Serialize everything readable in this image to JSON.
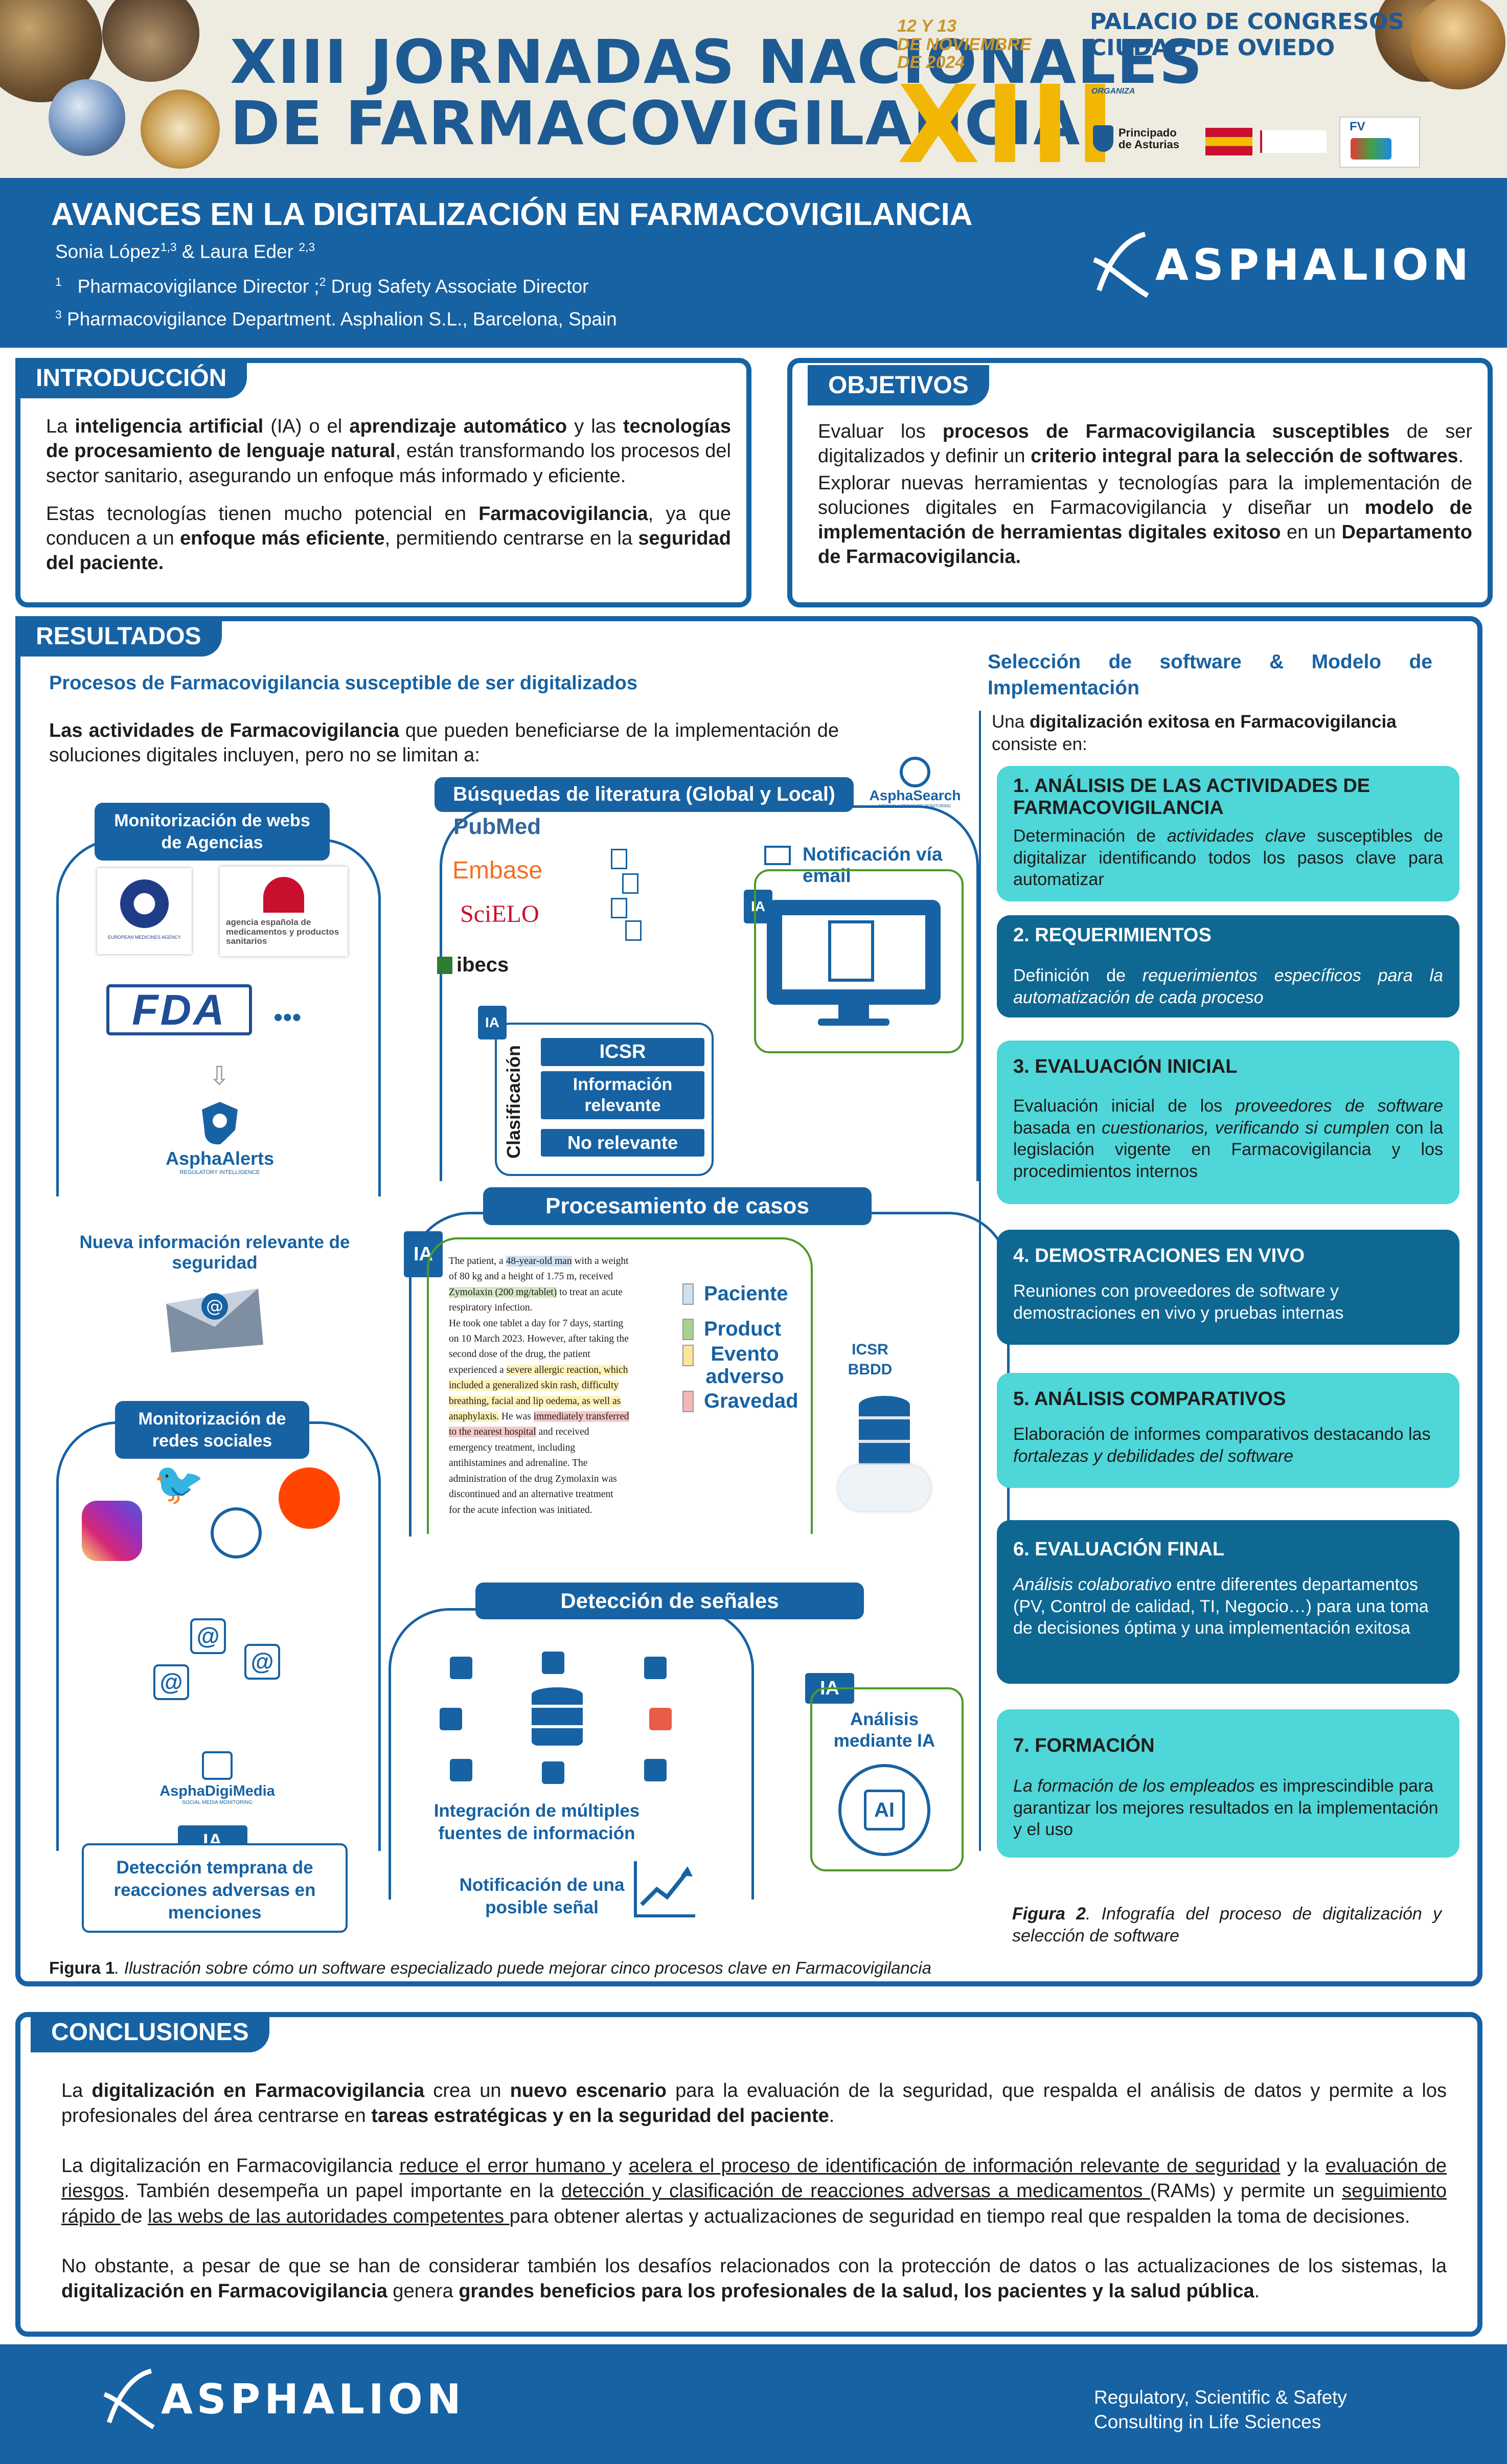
{
  "banner": {
    "title_line1": "XIII JORNADAS NACIONALES",
    "title_line2": "DE FARMACOVIGILANCIA",
    "date_line1": "12 Y 13",
    "date_line2": "DE NOVIEMBRE",
    "date_line3": "DE 2024",
    "edition": "XIII",
    "venue_line1": "PALACIO DE CONGRESOS",
    "venue_line2": "CIUDAD DE OVIEDO",
    "organiza": "ORGANIZA",
    "sponsor_asturias": "Principado de Asturias",
    "sponsor_fv": "FV"
  },
  "header": {
    "title": "AVANCES EN LA DIGITALIZACIÓN EN FARMACOVIGILANCIA",
    "authors": "Sonia López",
    "authors_sup1": "1,3",
    "authors_mid": " & Laura Eder ",
    "authors_sup2": "2,3",
    "aff1_num": "1",
    "aff1": "Pharmacovigilance  Director ;",
    "aff1b_num": "2",
    "aff1b": " Drug Safety Associate Director",
    "aff2_num": "3",
    "aff2": " Pharmacovigilance Department. Asphalion S.L., Barcelona, Spain",
    "logo": "ASPHALION"
  },
  "intro": {
    "tab": "INTRODUCCIÓN",
    "p1_a": "La ",
    "p1_b": "inteligencia artificial",
    "p1_c": " (IA) o el ",
    "p1_d": "aprendizaje automático",
    "p1_e": " y las ",
    "p1_f": "tecnologías de procesamiento de lenguaje natural",
    "p1_g": ", están transformando los procesos del sector sanitario, asegurando un enfoque más informado y eficiente.",
    "p2_a": "Estas tecnologías tienen mucho potencial en ",
    "p2_b": "Farmacovigilancia",
    "p2_c": ", ya que conducen a un ",
    "p2_d": "enfoque más eficiente",
    "p2_e": ", permitiendo centrarse en la ",
    "p2_f": "seguridad del paciente."
  },
  "objetivos": {
    "tab": "OBJETIVOS",
    "p1_a": "Evaluar los ",
    "p1_b": "procesos de Farmacovigilancia susceptibles",
    "p1_c": " de ser digitalizados y definir un ",
    "p1_d": "criterio integral para la selección de softwares",
    "p1_e": ".",
    "p2_a": "Explorar nuevas herramientas y tecnologías para la implementación de soluciones digitales en Farmacovigilancia y diseñar un ",
    "p2_b": "modelo de implementación de herramientas digitales exitoso",
    "p2_c": " en un ",
    "p2_d": "Departamento de Farmacovigilancia."
  },
  "resultados": {
    "tab": "RESULTADOS",
    "subtitle": "Procesos de Farmacovigilancia susceptible de ser digitalizados",
    "intro_a": "Las actividades de Farmacovigilancia",
    "intro_b": " que pueden beneficiarse de la implementación de soluciones digitales incluyen, pero no se limitan a:",
    "agencias": {
      "pill": "Monitorización  de webs de Agencias",
      "ema": "EUROPEAN MEDICINES AGENCY",
      "aemps": "agencia española de medicamentos y productos sanitarios",
      "fda": "FDA",
      "dots": "•••",
      "alerts": "AsphaAlerts",
      "alerts_sub": "REGULATORY INTELLIGENCE",
      "nueva": "Nueva información relevante de seguridad"
    },
    "redes": {
      "pill": "Monitorización de redes sociales",
      "digimedia": "AsphaDigiMedia",
      "digimedia_sub": "SOCIAL MEDIA MONITORING",
      "ia": "IA",
      "deteccion": "Detección temprana de reacciones adversas en menciones"
    },
    "literatura": {
      "pill": "Búsquedas de literatura (Global y Local)",
      "pubmed": "PubMed",
      "embase": "Embase",
      "scielo": "SciELO",
      "ibecs": "ibecs",
      "search": "AsphaSearch",
      "search_sub": "MEDICAL LITERATURE MONITORING",
      "notif": "Notificación vía email",
      "ia1": "IA",
      "ia2": "IA",
      "clasif": "Clasificación",
      "icsr": "ICSR",
      "info": "Información relevante",
      "norel": "No  relevante"
    },
    "casos": {
      "pill": "Procesamiento de casos",
      "ia": "IA",
      "lines": [
        "The patient, a 48-year-old man with a weight",
        "of 80 kg and a height of 1.75 m, received",
        "Zymolaxin (200 mg/tablet) to treat an acute",
        "respiratory infection.",
        "He took one tablet a day for 7 days, starting",
        "on 10 March 2023. However, after taking the",
        "second dose of the drug, the patient",
        "experienced a severe allergic reaction, which",
        "included a generalized skin rash, difficulty",
        "breathing, facial and lip oedema, as well as",
        "anaphylaxis. He was immediately transferred",
        "to the nearest hospital and received",
        "emergency treatment, including",
        "antihistamines and adrenaline. The",
        "administration of the drug Zymolaxin was",
        "discontinued and an alternative treatment",
        "for the acute infection was initiated."
      ],
      "leg_paciente": "Paciente",
      "leg_product": "Product",
      "leg_evento": "Evento adverso",
      "leg_gravedad": "Gravedad",
      "bbdd": "ICSR BBDD",
      "col_paciente": "#cfe0f0",
      "col_product": "#a9d18e",
      "col_evento": "#ffe699",
      "col_gravedad": "#f4b6b6"
    },
    "senales": {
      "pill": "Detección de señales",
      "ia": "IA",
      "analisis": "Análisis mediante IA",
      "integracion": "Integración de múltiples fuentes de información",
      "notificacion": "Notificación de una posible señal"
    },
    "fig1_label": "Figura 1",
    "fig1_text": ". Ilustración sobre cómo un software especializado puede mejorar cinco procesos clave en Farmacovigilancia"
  },
  "seleccion": {
    "title": "Selección de software & Modelo de Implementación",
    "intro_a": "Una ",
    "intro_b": "digitalización exitosa en Farmacovigilancia",
    "intro_c": " consiste en:",
    "steps": [
      {
        "title": "1. ANÁLISIS DE LAS ACTIVIDADES DE FARMACOVIGILANCIA",
        "a": "Determinación de ",
        "b": "actividades clave",
        "c": " susceptibles de digitalizar identificando todos los pasos clave para automatizar"
      },
      {
        "title": "2. REQUERIMIENTOS",
        "a": "Definición de ",
        "b": "requerimientos específicos para la automatización de cada proceso",
        "c": ""
      },
      {
        "title": "3. EVALUACIÓN INICIAL",
        "a": "Evaluación inicial de los ",
        "b": "proveedores de software",
        "c": " basada en ",
        "d": "cuestionarios, verificando si cumplen",
        "e": " con la legislación vigente en Farmacovigilancia y los procedimientos internos"
      },
      {
        "title": "4. DEMOSTRACIONES EN VIVO",
        "a": "Reuniones con proveedores de software y demostraciones en vivo y pruebas internas",
        "b": "",
        "c": ""
      },
      {
        "title": "5. ANÁLISIS COMPARATIVOS",
        "a": "Elaboración de informes comparativos destacando las ",
        "b": "fortalezas y debilidades del software",
        "c": ""
      },
      {
        "title": "6.  EVALUACIÓN FINAL",
        "a": "",
        "b": "Análisis colaborativo",
        "c": " entre diferentes departamentos (PV, Control de calidad, TI, Negocio…) para una toma de decisiones óptima y una implementación exitosa"
      },
      {
        "title": "7. FORMACIÓN",
        "a": "",
        "b": "La formación de los empleados",
        "c": " es imprescindible para garantizar los mejores resultados en la implementación y el uso"
      }
    ],
    "fig2_label": "Figura 2",
    "fig2_text": ". Infografía del proceso de digitalización y selección de software"
  },
  "conclusiones": {
    "tab": "CONCLUSIONES",
    "p1_a": "La ",
    "p1_b": "digitalización en Farmacovigilancia",
    "p1_c": " crea un ",
    "p1_d": "nuevo escenario",
    "p1_e": " para la evaluación de la seguridad, que respalda el análisis de datos y permite a los profesionales del área centrarse en ",
    "p1_f": "tareas estratégicas y en la seguridad del paciente",
    "p1_g": ".",
    "p2_a": "La digitalización en Farmacovigilancia ",
    "p2_b": "reduce el error humano ",
    "p2_c": "y ",
    "p2_d": "acelera el proceso de identificación de información relevante de seguridad",
    "p2_e": " y la ",
    "p2_f": "evaluación de riesgos",
    "p2_g": ". También desempeña un papel importante en la ",
    "p2_h": "detección y clasificación de reacciones adversas a medicamentos ",
    "p2_i": "(RAMs) y permite un ",
    "p2_j": "seguimiento rápido ",
    "p2_k": "de ",
    "p2_l": "las webs de las autoridades competentes ",
    "p2_m": "para obtener alertas y actualizaciones  de seguridad en tiempo real que respalden la toma de decisiones.",
    "p3_a": "No obstante, a pesar de que se han de considerar también los desafíos relacionados con la protección de datos o las actualizaciones de los sistemas, la ",
    "p3_b": "digitalización en Farmacovigilancia",
    "p3_c": " genera ",
    "p3_d": "grandes  beneficios para los profesionales de la salud, los pacientes y la salud pública",
    "p3_e": "."
  },
  "footer": {
    "logo": "ASPHALION",
    "tag1": "Regulatory, Scientific & Safety",
    "tag2": "Consulting in Life Sciences"
  },
  "colors": {
    "brand_blue": "#1762a3",
    "teal": "#4fd6d9",
    "dark_teal": "#0e6892",
    "banner_bg": "#eeece1",
    "xiii_yellow": "#f2b705"
  }
}
